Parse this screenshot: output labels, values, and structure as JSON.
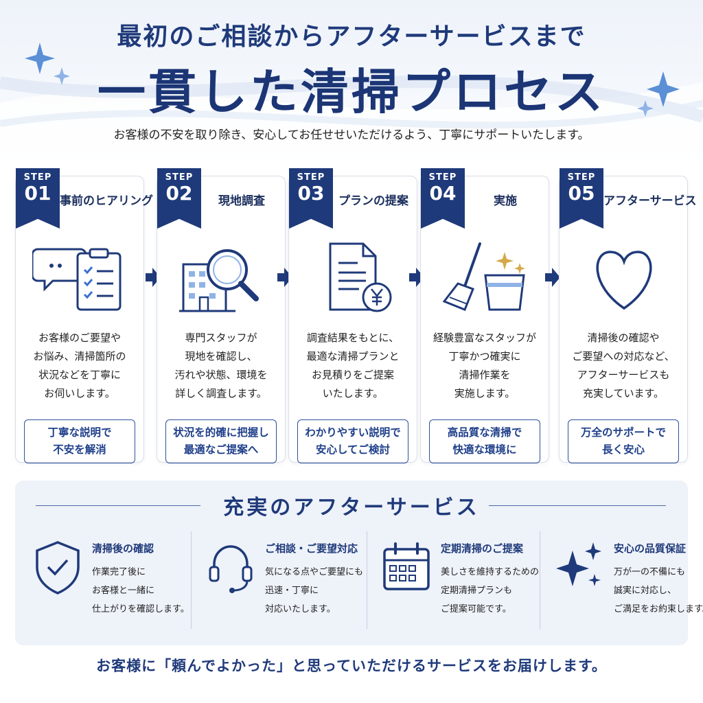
{
  "header": {
    "subtitle": "最初のご相談からアフターサービスまで",
    "title": "一貫した清掃プロセス",
    "lead": "お客様の不安を取り除き、安心してお任せせいただけるよう、丁寧にサポートいたします。"
  },
  "colors": {
    "navy": "#1f3a7a",
    "accent": "#2d4f9c",
    "gold": "#d4a94a"
  },
  "steps": [
    {
      "label": "STEP",
      "number": "01",
      "title": "事前のヒアリング",
      "icon": "chat-clipboard-icon",
      "desc": [
        "お客様のご要望や",
        "お悩み、清掃箇所の",
        "状況などを丁寧に",
        "お伺いします。"
      ],
      "point": [
        "丁寧な説明で",
        "不安を解消"
      ]
    },
    {
      "label": "STEP",
      "number": "02",
      "title": "現地調査",
      "icon": "building-magnifier-icon",
      "desc": [
        "専門スタッフが",
        "現地を確認し、",
        "汚れや状態、環境を",
        "詳しく調査します。"
      ],
      "point": [
        "状況を的確に把握し",
        "最適なご提案へ"
      ]
    },
    {
      "label": "STEP",
      "number": "03",
      "title": "プランの提案",
      "icon": "document-yen-icon",
      "desc": [
        "調査結果をもとに、",
        "最適な清掃プランと",
        "お見積りをご提案",
        "いたします。"
      ],
      "point": [
        "わかりやすい説明で",
        "安心してご検討"
      ]
    },
    {
      "label": "STEP",
      "number": "04",
      "title": "実施",
      "icon": "broom-bucket-icon",
      "desc": [
        "経験豊富なスタッフが",
        "丁寧かつ確実に",
        "清掃作業を",
        "実施します。"
      ],
      "point": [
        "高品質な清掃で",
        "快適な環境に"
      ]
    },
    {
      "label": "STEP",
      "number": "05",
      "title": "アフターサービス",
      "icon": "heart-icon",
      "desc": [
        "清掃後の確認や",
        "ご要望への対応など、",
        "アフターサービスも",
        "充実しています。"
      ],
      "point": [
        "万全のサポートで",
        "長く安心"
      ]
    }
  ],
  "after": {
    "title": "充実のアフターサービス",
    "features": [
      {
        "title": "清掃後の確認",
        "icon": "shield-check-icon",
        "desc": [
          "作業完了後に",
          "お客様と一緒に",
          "仕上がりを確認します。"
        ]
      },
      {
        "title": "ご相談・ご要望対応",
        "icon": "headset-icon",
        "desc": [
          "気になる点やご要望にも",
          "迅速・丁寧に",
          "対応いたします。"
        ]
      },
      {
        "title": "定期清掃のご提案",
        "icon": "calendar-icon",
        "desc": [
          "美しさを維持するための",
          "定期清掃プランも",
          "ご提案可能です。"
        ]
      },
      {
        "title": "安心の品質保証",
        "icon": "sparkle-icon",
        "desc": [
          "万が一の不備にも",
          "誠実に対応し、",
          "ご満足をお約束します。"
        ]
      }
    ]
  },
  "footer": {
    "text": "お客様に「頼んでよかった」と思っていただけるサービスをお届けします。"
  }
}
